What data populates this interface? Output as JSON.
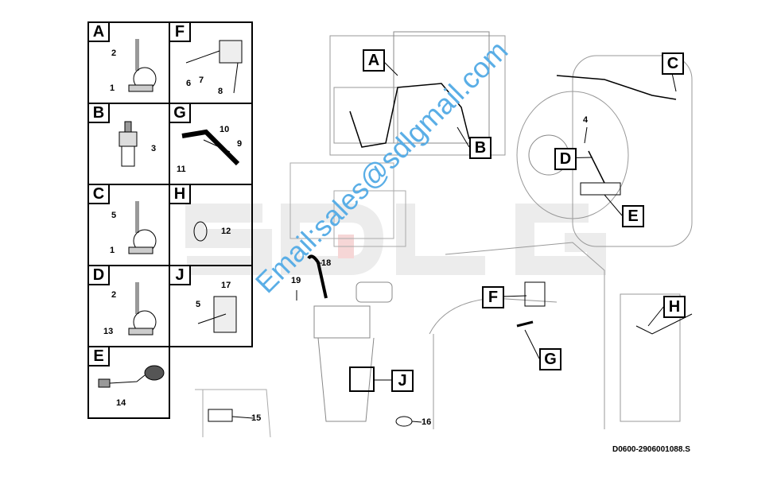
{
  "watermark": {
    "logo_text": "SDLG",
    "email": "Email:sales@sdlgmail.com"
  },
  "legend_cells": [
    {
      "letter": "A",
      "parts": [
        "2",
        "1"
      ]
    },
    {
      "letter": "F",
      "parts": [
        "6",
        "7",
        "8"
      ]
    },
    {
      "letter": "B",
      "parts": [
        "3"
      ]
    },
    {
      "letter": "G",
      "parts": [
        "10",
        "9",
        "11"
      ]
    },
    {
      "letter": "C",
      "parts": [
        "5",
        "1"
      ]
    },
    {
      "letter": "H",
      "parts": [
        "12"
      ]
    },
    {
      "letter": "D",
      "parts": [
        "2",
        "13"
      ]
    },
    {
      "letter": "J",
      "parts": [
        "17",
        "5"
      ]
    },
    {
      "letter": "E",
      "parts": [
        "14"
      ]
    }
  ],
  "callouts": [
    "A",
    "B",
    "C",
    "D",
    "E",
    "F",
    "G",
    "H",
    "J"
  ],
  "part_numbers": {
    "n4": "4",
    "n15": "15",
    "n16": "16",
    "n18": "18",
    "n19": "19"
  },
  "footer": {
    "drawing_id": "D0600-2906001088.S"
  }
}
